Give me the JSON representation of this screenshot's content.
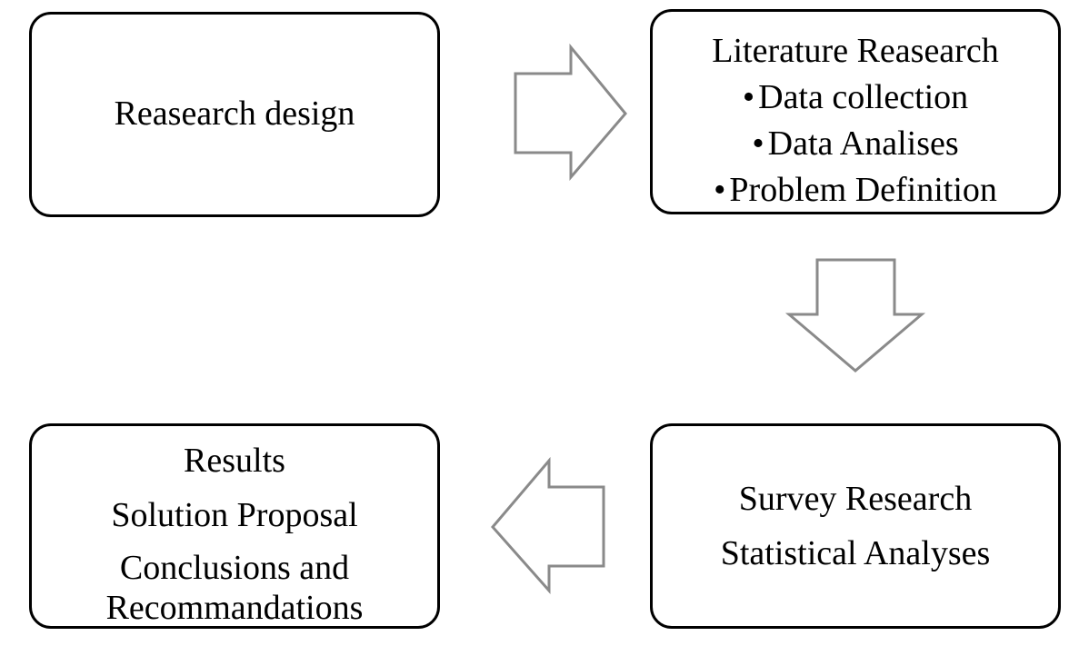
{
  "diagram": {
    "nodes": [
      {
        "id": "research_design",
        "lines": [
          "Reasearch design"
        ]
      },
      {
        "id": "literature_research",
        "title": "Literature Reasearch",
        "bullet": "•",
        "items": [
          "Data collection",
          "Data Analises",
          "Problem Definition"
        ]
      },
      {
        "id": "survey_research",
        "lines": [
          "Survey Research",
          "Statistical Analyses"
        ]
      },
      {
        "id": "results",
        "lines": [
          "Results",
          "Solution Proposal",
          "Conclusions and",
          "Recommandations"
        ]
      }
    ],
    "edges": [
      {
        "from": "research_design",
        "to": "literature_research"
      },
      {
        "from": "literature_research",
        "to": "survey_research"
      },
      {
        "from": "survey_research",
        "to": "results"
      }
    ],
    "colors": {
      "box_border": "#000000",
      "arrow_stroke": "#8a8a8a",
      "background": "#ffffff"
    }
  }
}
